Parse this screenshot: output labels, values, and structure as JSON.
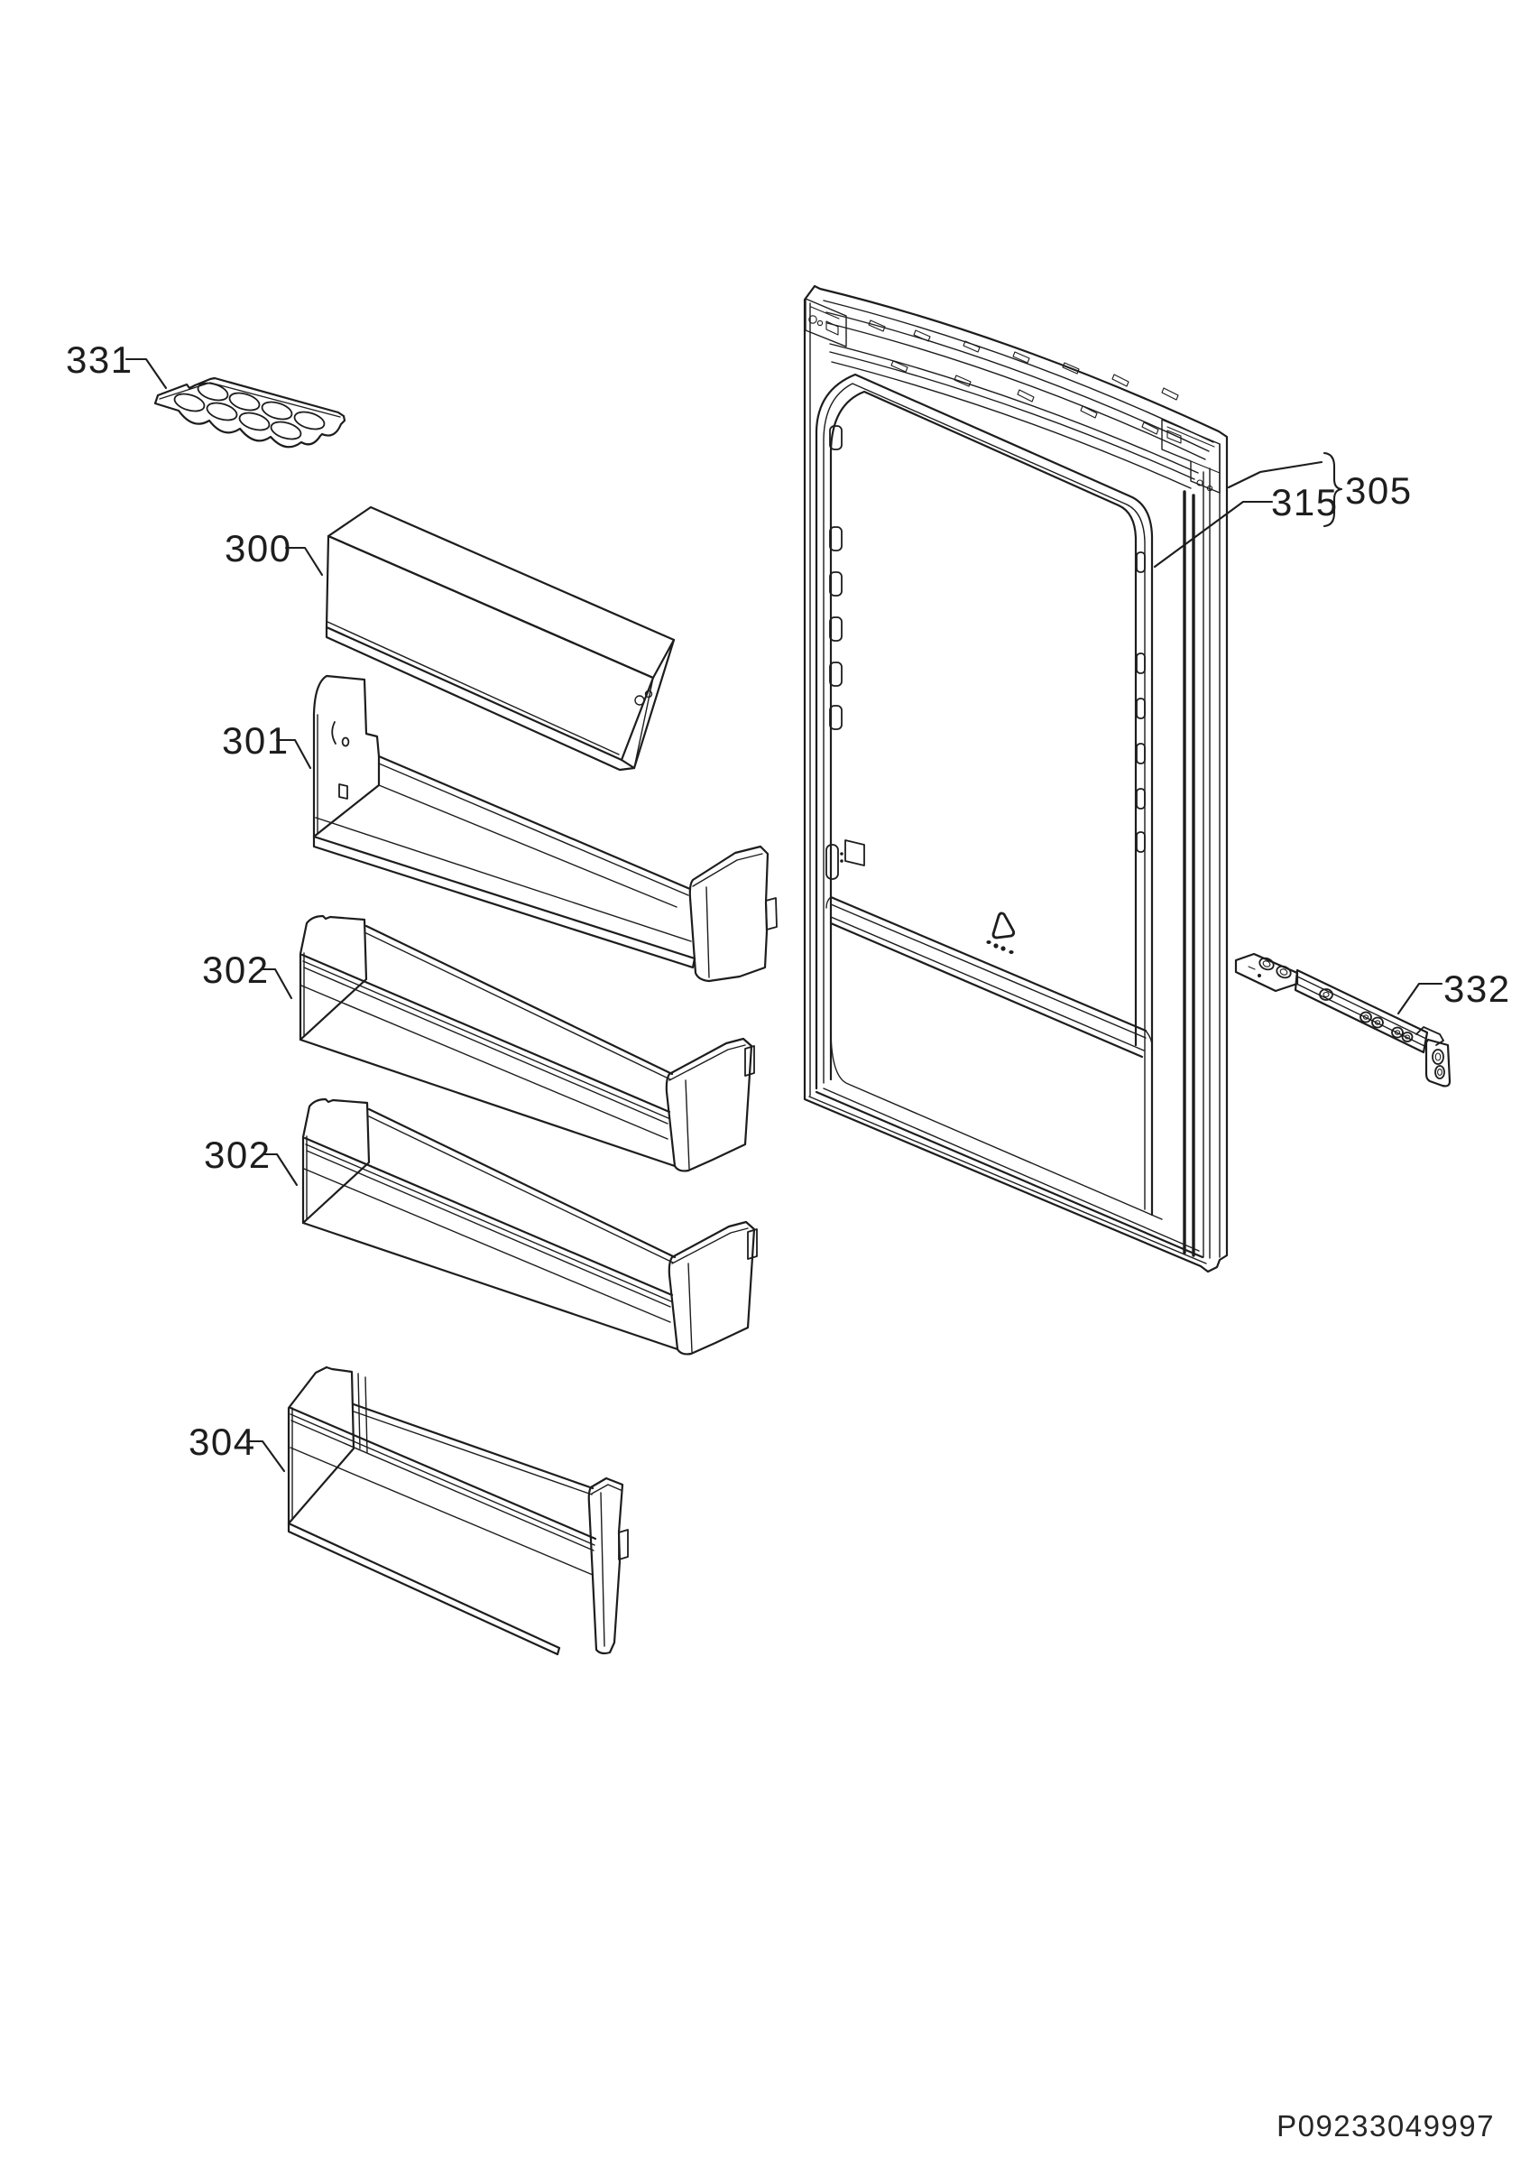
{
  "page": {
    "background": "#ffffff",
    "line_color": "#1d1d1d"
  },
  "callouts": {
    "tray": {
      "text": "331"
    },
    "cover": {
      "text": "300"
    },
    "shelf": {
      "text": "301"
    },
    "bin_upper": {
      "text": "302"
    },
    "bin_lower": {
      "text": "302"
    },
    "bin_bottom": {
      "text": "304"
    },
    "gasket": {
      "text": "315"
    },
    "door": {
      "text": "305"
    },
    "rail": {
      "text": "332"
    }
  },
  "footer": {
    "part_number": "P09233049997"
  }
}
